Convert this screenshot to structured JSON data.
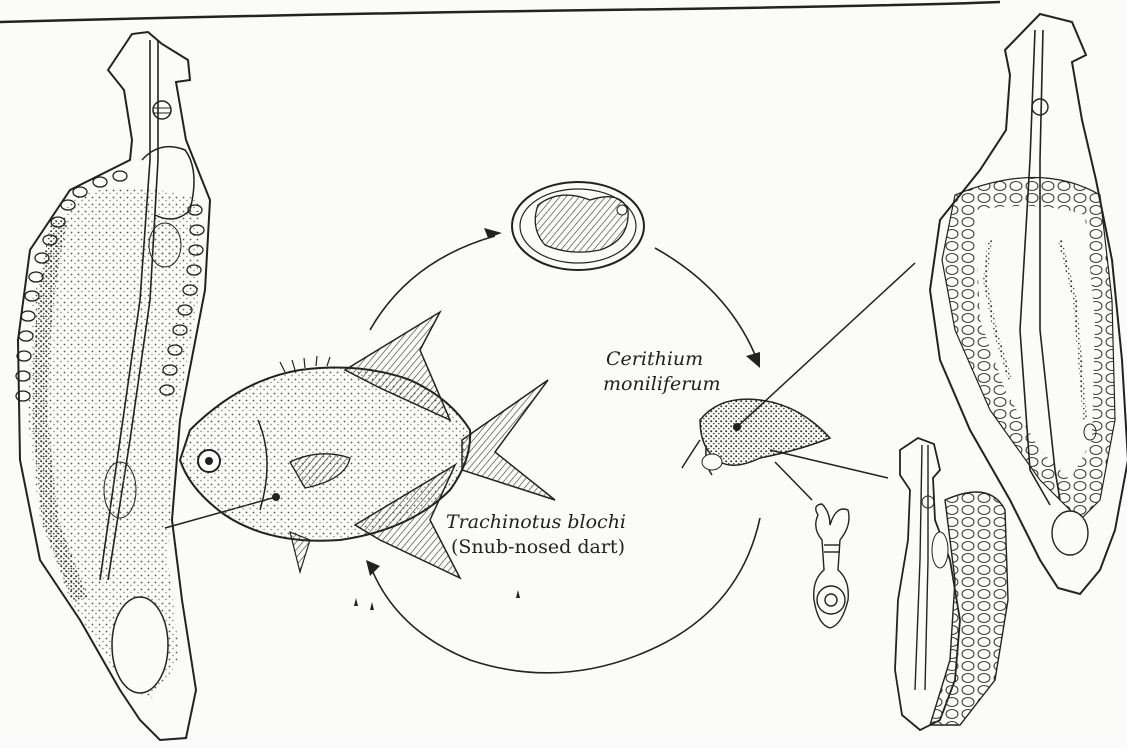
{
  "labels": {
    "snail_genus": "Cerithium",
    "snail_species": "moniliferum",
    "fish_name": "Trachinotus blochi",
    "fish_common": "(Snub-nosed dart)"
  },
  "colors": {
    "ink": "#222222",
    "paper": "#fbfbf9",
    "stipple": "#555555"
  }
}
